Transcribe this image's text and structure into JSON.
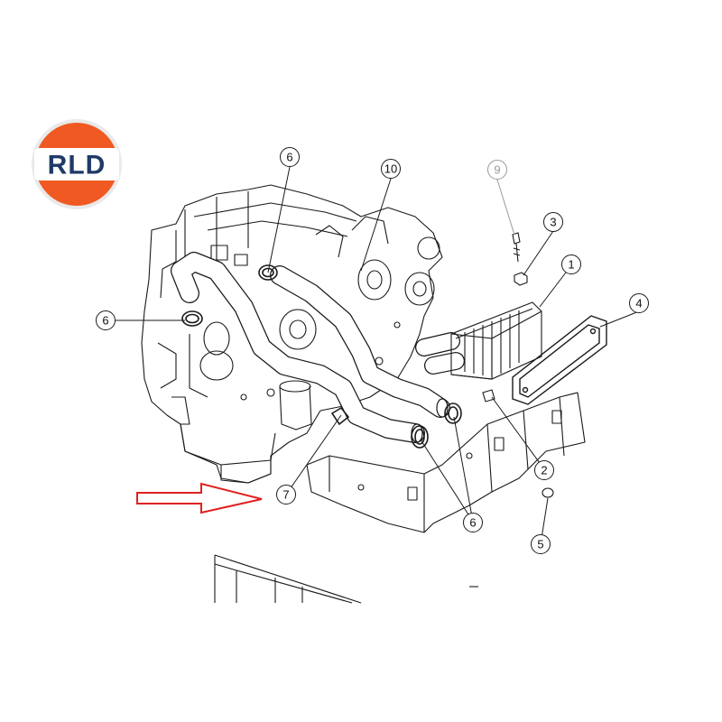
{
  "logo": {
    "text": "RLD",
    "colors": {
      "outer": "#f05a22",
      "inner": "#ffffff",
      "text": "#1f3a66"
    }
  },
  "callouts": [
    {
      "id": "c6a",
      "label": "6"
    },
    {
      "id": "c10",
      "label": "10"
    },
    {
      "id": "c9",
      "label": "9",
      "muted": true
    },
    {
      "id": "c3",
      "label": "3"
    },
    {
      "id": "c1",
      "label": "1"
    },
    {
      "id": "c4",
      "label": "4"
    },
    {
      "id": "c6b",
      "label": "6"
    },
    {
      "id": "c2",
      "label": "2"
    },
    {
      "id": "c7",
      "label": "7"
    },
    {
      "id": "c6c",
      "label": "6"
    },
    {
      "id": "c5",
      "label": "5"
    }
  ],
  "arrow": {
    "color": "#e02020",
    "direction": "right"
  },
  "colors": {
    "line": "#1a1a1a",
    "muted": "#9a9a9a",
    "background": "#ffffff"
  }
}
